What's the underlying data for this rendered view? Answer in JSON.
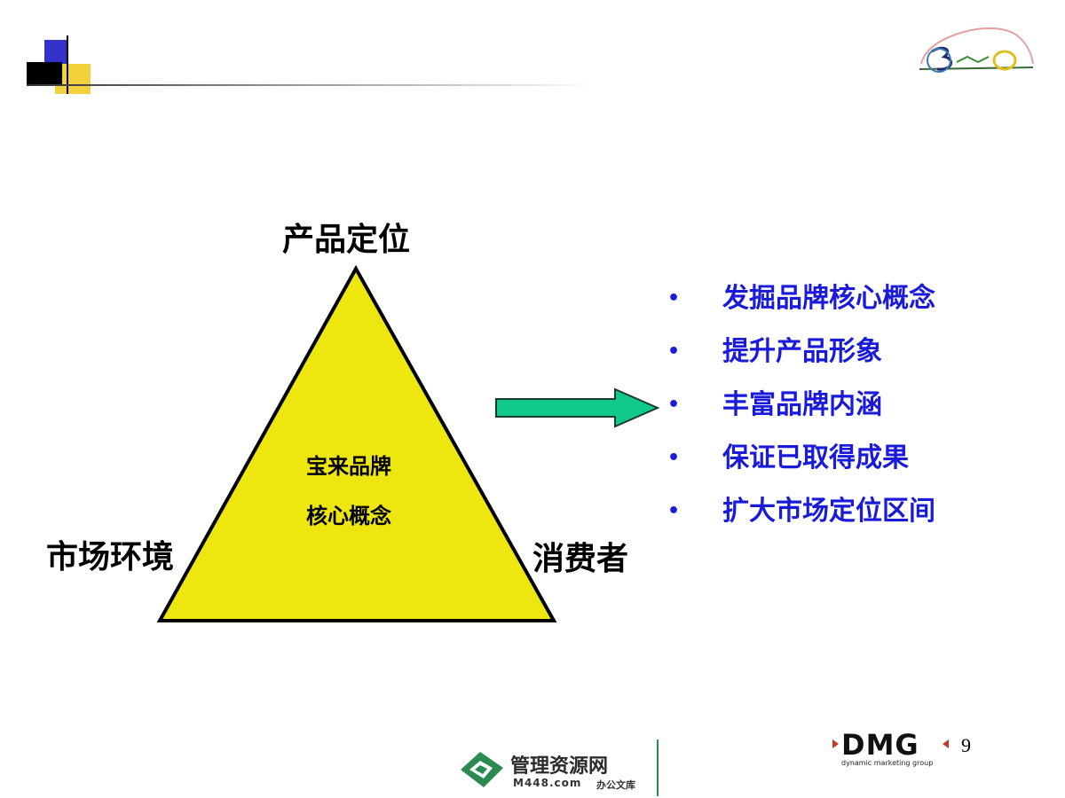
{
  "diagram": {
    "top_label": "产品定位",
    "left_label": "市场环境",
    "right_label": "消费者",
    "center_line1": "宝来品牌",
    "center_line2": "核心概念"
  },
  "bullets": [
    "发掘品牌核心概念",
    "提升产品形象",
    "丰富品牌内涵",
    "保证已取得成果",
    "扩大市场定位区间"
  ],
  "bullet_symbol": "•",
  "page_number": "9",
  "footer": {
    "brand": "管理资源网",
    "url": "M448.com",
    "sub": "办公文库"
  },
  "dmg_logo": {
    "word": "DMG",
    "tagline": "dynamic marketing group"
  },
  "colors": {
    "triangle_fill": "#ede60f",
    "bullet_text": "#1a1adb",
    "arrow_fill": "#10c98b",
    "header_blue": "#3333cc",
    "header_yellow": "#f2d23c"
  }
}
